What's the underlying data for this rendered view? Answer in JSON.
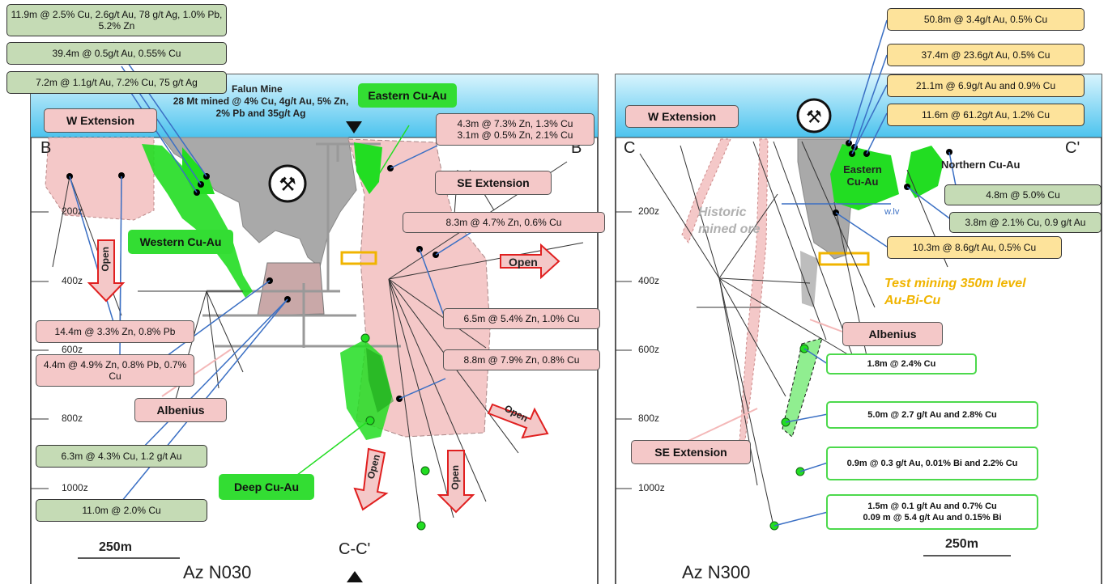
{
  "panel_left": {
    "title": "Az N030",
    "section_start": "B",
    "section_end": "B'",
    "cross_section_label": "C-C'",
    "scale_label": "250m",
    "depth_labels": [
      "200z",
      "400z",
      "600z",
      "800z",
      "1000z"
    ],
    "mine_name": "Falun Mine",
    "mine_stats": "28 Mt mined @ 4% Cu, 4g/t Au, 5% Zn, 2% Pb and 35g/t Ag",
    "zones": {
      "eastern": "Eastern Cu-Au",
      "western": "Western Cu-Au",
      "deep": "Deep Cu-Au",
      "w_ext": "W Extension",
      "se_ext": "SE Extension",
      "albenius": "Albenius"
    },
    "open_label": "Open",
    "intercepts_green": [
      "11.9m @ 2.5% Cu, 2.6g/t Au, 78 g/t Ag, 1.0% Pb, 5.2% Zn",
      "39.4m @ 0.5g/t Au, 0.55% Cu",
      "7.2m @ 1.1g/t Au, 7.2% Cu, 75 g/t Ag",
      "6.3m @ 4.3% Cu, 1.2 g/t Au",
      "11.0m @ 2.0% Cu"
    ],
    "intercepts_pink": [
      "4.3m @ 7.3% Zn, 1.3% Cu",
      "3.1m @ 0.5% Zn, 2.1% Cu",
      "8.3m @ 4.7% Zn, 0.6% Cu",
      "6.5m @ 5.4% Zn, 1.0% Cu",
      "8.8m @ 7.9% Zn, 0.8% Cu",
      "14.4m @ 3.3% Zn, 0.8% Pb",
      "4.4m @ 4.9% Zn, 0.8% Pb, 0.7% Cu"
    ]
  },
  "panel_right": {
    "title": "Az N300",
    "section_start": "C",
    "section_end": "C'",
    "scale_label": "250m",
    "depth_labels": [
      "200z",
      "400z",
      "600z",
      "800z",
      "1000z"
    ],
    "zones": {
      "w_ext": "W Extension",
      "eastern": "Eastern Cu-Au",
      "northern": "Northern Cu-Au",
      "albenius": "Albenius",
      "se_ext": "SE Extension",
      "historic": "Historic mined ore"
    },
    "wlv": "w.lv",
    "test_mining": "Test mining 350m level Au-Bi-Cu",
    "intercepts_yellow": [
      "50.8m @ 3.4g/t Au, 0.5% Cu",
      "37.4m @ 23.6g/t Au, 0.5% Cu",
      "21.1m @ 6.9g/t Au and 0.9% Cu",
      "11.6m @ 61.2g/t Au, 1.2% Cu",
      "10.3m @ 8.6g/t Au, 0.5% Cu"
    ],
    "intercepts_green": [
      "4.8m @ 5.0% Cu",
      "3.8m @ 2.1% Cu, 0.9 g/t Au"
    ],
    "intercepts_white": [
      "1.8m @ 2.4% Cu",
      "5.0m @ 2.7 g/t Au and 2.8% Cu",
      "0.9m @ 0.3 g/t Au, 0.01% Bi and 2.2% Cu",
      "1.5m @ 0.1 g/t Au and 0.7% Cu",
      "0.09 m @ 5.4 g/t Au and 0.15% Bi"
    ]
  },
  "colors": {
    "sky": "#a9e4f7",
    "mined_grey": "#a9a9a9",
    "ore_green": "#22cc22",
    "zone_pink": "#f4c8c8",
    "test_orange": "#f0b400",
    "leader_blue": "#3a6fc4"
  }
}
